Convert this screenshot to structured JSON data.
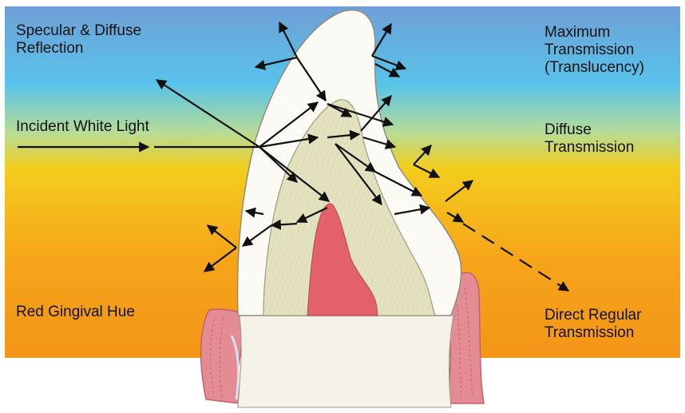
{
  "labels": {
    "specular": [
      "Specular & Diffuse",
      "Reflection"
    ],
    "incident": "Incident White Light",
    "gingival": "Red Gingival Hue",
    "maximum": [
      "Maximum",
      "Transmission",
      "(Translucency)"
    ],
    "diffuse": [
      "Diffuse",
      "Transmission"
    ],
    "direct": [
      "Direct Regular",
      "Transmission"
    ]
  },
  "colors": {
    "gradient_top": "#6f9fd6",
    "gradient_cyan": "#57c3ea",
    "gradient_yellow": "#f3cd1c",
    "gradient_orange": "#f39518",
    "enamel": "#fbfaf4",
    "dentin": "#e3e2bf",
    "pulp": "#e2616b",
    "gingiva": "#e48c93",
    "arrow": "#111111"
  }
}
